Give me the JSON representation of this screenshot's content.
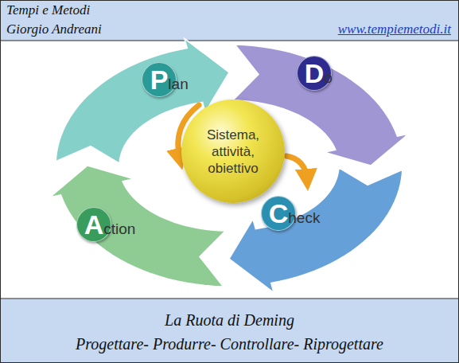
{
  "diagram": {
    "caption": "La Ruota di Deming",
    "nodes": [
      {
        "text": [
          "Plan"
        ]
      },
      {
        "text": [
          "Do"
        ]
      },
      {
        "text": [
          "Sistema, attività, obiettivo"
        ]
      },
      {
        "text": [
          "Check"
        ]
      },
      {
        "text": [
          "Action"
        ]
      }
    ],
    "labels": [
      "Tempi e Metodi",
      "Giorgio Andreani",
      "www.tempiemetodi.it",
      "Progettare- Produrre- Controllare- Riprogettare"
    ]
  }
}
